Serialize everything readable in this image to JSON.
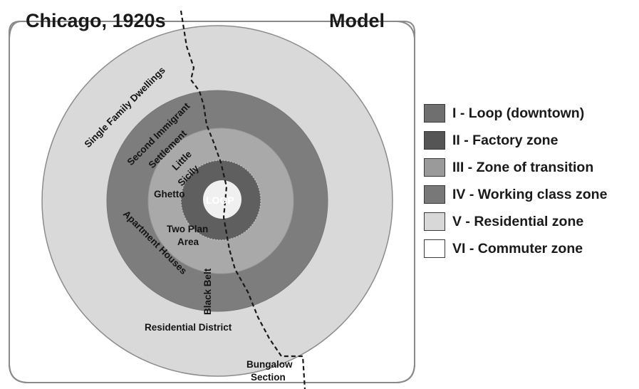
{
  "title_left": "Chicago, 1920s",
  "title_right": "Model",
  "zones": [
    {
      "label": "I - Loop (downtown)",
      "color": "#f0f0f0"
    },
    {
      "label": "II - Factory zone",
      "color": "#5f5f5f"
    },
    {
      "label": "III - Zone of transition",
      "color": "#a9a9a9"
    },
    {
      "label": "IV - Working class zone",
      "color": "#7d7d7d"
    },
    {
      "label": "V - Residential zone",
      "color": "#d9d9d9"
    },
    {
      "label": "VI - Commuter zone",
      "color": "#ffffff"
    }
  ],
  "legend": [
    {
      "label": "I - Loop (downtown)",
      "color": "#6f6f6f"
    },
    {
      "label": "II - Factory zone",
      "color": "#555555"
    },
    {
      "label": "III - Zone of transition",
      "color": "#9a9a9a"
    },
    {
      "label": "IV - Working class zone",
      "color": "#787878"
    },
    {
      "label": "V - Residential zone",
      "color": "#d8d8d8"
    },
    {
      "label": "VI - Commuter zone",
      "color": "#ffffff"
    }
  ],
  "map_labels": {
    "single_family": "Single Family Dwellings",
    "second_immigrant_1": "Second Immigrant",
    "second_immigrant_2": "Settlement",
    "little_sicily_1": "Little",
    "little_sicily_2": "Sicily",
    "ghetto": "Ghetto",
    "loop": "LOOP",
    "two_plan_1": "Two Plan",
    "two_plan_2": "Area",
    "apartment_houses": "Apartment Houses",
    "black_belt": "Black Belt",
    "residential_district": "Residential District",
    "bungalow_1": "Bungalow",
    "bungalow_2": "Section"
  }
}
